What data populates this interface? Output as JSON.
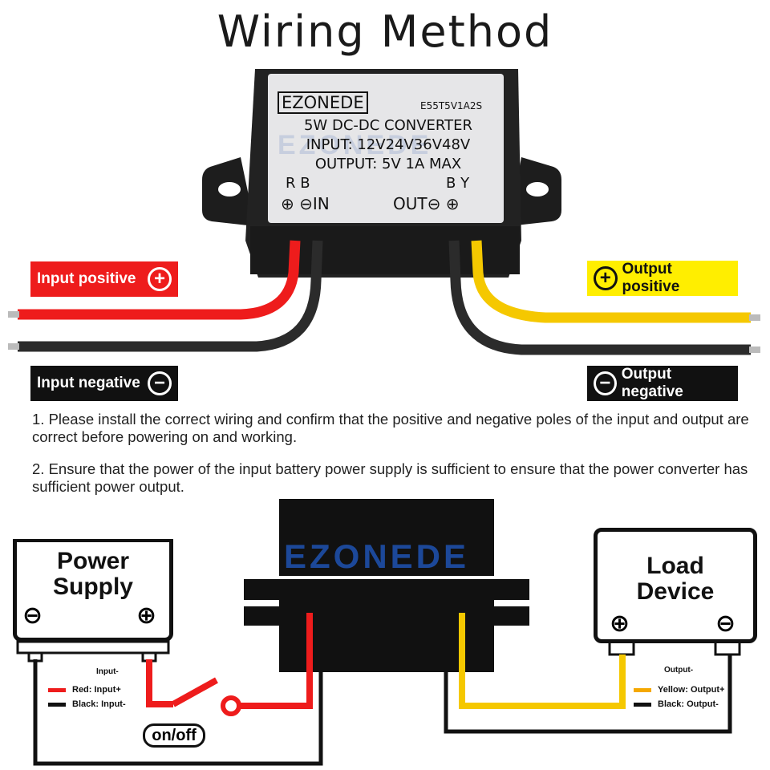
{
  "title": "Wiring Method",
  "module": {
    "brand": "EZONEDE",
    "model": "E55T5V1A2S",
    "line1": "5W DC-DC  CONVERTER",
    "line2": "INPUT: 12V24V36V48V",
    "line3": "OUTPUT: 5V 1A MAX",
    "rb": "R  B",
    "by": "B  Y",
    "in_label": "⊕ ⊖IN",
    "out_label": "OUT⊖ ⊕"
  },
  "tags": {
    "input_positive": "Input positive",
    "input_negative": "Input negative",
    "output_positive": "Output positive",
    "output_negative": "Output negative"
  },
  "notes": {
    "note1": "1. Please install the correct wiring and confirm that the positive and negative poles of the input and output are correct before powering on and working.",
    "note2": "2. Ensure that the power of the input battery power supply is sufficient to ensure that the power converter has sufficient power output."
  },
  "diagram": {
    "power_supply": "Power\nSupply",
    "load_device": "Load\nDevice",
    "converter_logo": "EZONEDE",
    "input_heading": "Input-",
    "output_heading": "Output-",
    "input_legend": [
      "Red: Input+",
      "Black: Input-"
    ],
    "output_legend": [
      "Yellow: Output+",
      "Black: Output-"
    ],
    "switch_label": "on/off"
  },
  "colors": {
    "red": "#ee1c1c",
    "black": "#111111",
    "yellow": "#ffee00",
    "wire_yellow": "#f5c800",
    "watermark_blue": "#1e4fa8"
  }
}
